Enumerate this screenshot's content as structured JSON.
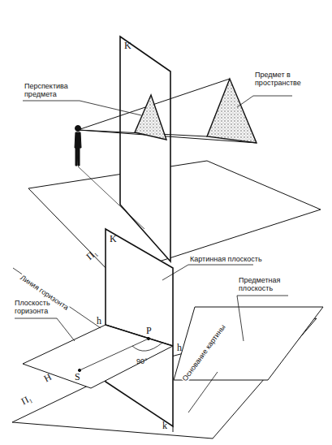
{
  "diagram": {
    "labels": [
      "Перспектива предмета",
      "K",
      "Предмет в пространстве",
      "П₁",
      "K",
      "Картинная плоскость",
      "Линия горизонта",
      "Предметная плоскость",
      "h",
      "Плоскость горизонта",
      "P",
      "S",
      "90°",
      "h",
      "H",
      "П₁",
      "k",
      "Основание картины"
    ]
  }
}
